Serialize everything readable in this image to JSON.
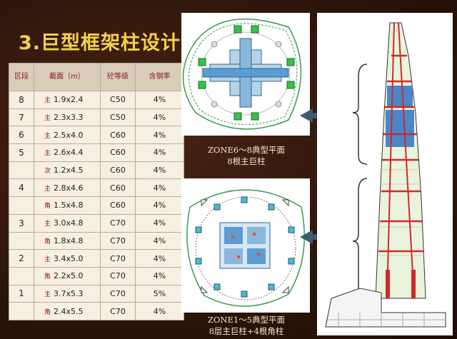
{
  "title": "3.巨型框架柱设计",
  "table": {
    "headers": [
      "区段",
      "截面（m）",
      "砼等级",
      "含钢率"
    ],
    "rows": [
      {
        "zone": "8",
        "type": "主",
        "section": "1.9x2.4",
        "grade": "C50",
        "steel": "4%"
      },
      {
        "zone": "7",
        "type": "主",
        "section": "2.3x3.3",
        "grade": "C50",
        "steel": "4%"
      },
      {
        "zone": "6",
        "type": "主",
        "section": "2.5x4.0",
        "grade": "C60",
        "steel": "4%"
      },
      {
        "zone": "5",
        "type": "主",
        "section": "2.6x4.4",
        "grade": "C60",
        "steel": "4%"
      },
      {
        "zone": "",
        "type": "次",
        "section": "1.2x4.5",
        "grade": "C60",
        "steel": "4%"
      },
      {
        "zone": "4",
        "type": "主",
        "section": "2.8x4.6",
        "grade": "C60",
        "steel": "4%"
      },
      {
        "zone": "",
        "type": "角",
        "section": "1.5x4.8",
        "grade": "C60",
        "steel": "4%"
      },
      {
        "zone": "3",
        "type": "主",
        "section": "3.0x4.8",
        "grade": "C70",
        "steel": "4%"
      },
      {
        "zone": "",
        "type": "角",
        "section": "1.8x4.8",
        "grade": "C70",
        "steel": "4%"
      },
      {
        "zone": "2",
        "type": "主",
        "section": "3.4x5.0",
        "grade": "C70",
        "steel": "4%"
      },
      {
        "zone": "",
        "type": "角",
        "section": "2.2x5.0",
        "grade": "C70",
        "steel": "4%"
      },
      {
        "zone": "1",
        "type": "主",
        "section": "3.7x5.3",
        "grade": "C70",
        "steel": "5%"
      },
      {
        "zone": "",
        "type": "角",
        "section": "2.4x5.5",
        "grade": "C70",
        "steel": "4%"
      }
    ]
  },
  "captions": {
    "zone6_line1": "ZONE6～8典型平面",
    "zone6_line2": "8根主巨柱",
    "zone1_line1": "ZONE1～5典型平面",
    "zone1_line2": "8层主巨柱+4根角柱"
  },
  "colors": {
    "title": "#f3d14a",
    "bg": "#2c150b",
    "column_green": "#35c24a",
    "core_blue": "#4a86c8",
    "belt_red": "#d02a2a"
  }
}
